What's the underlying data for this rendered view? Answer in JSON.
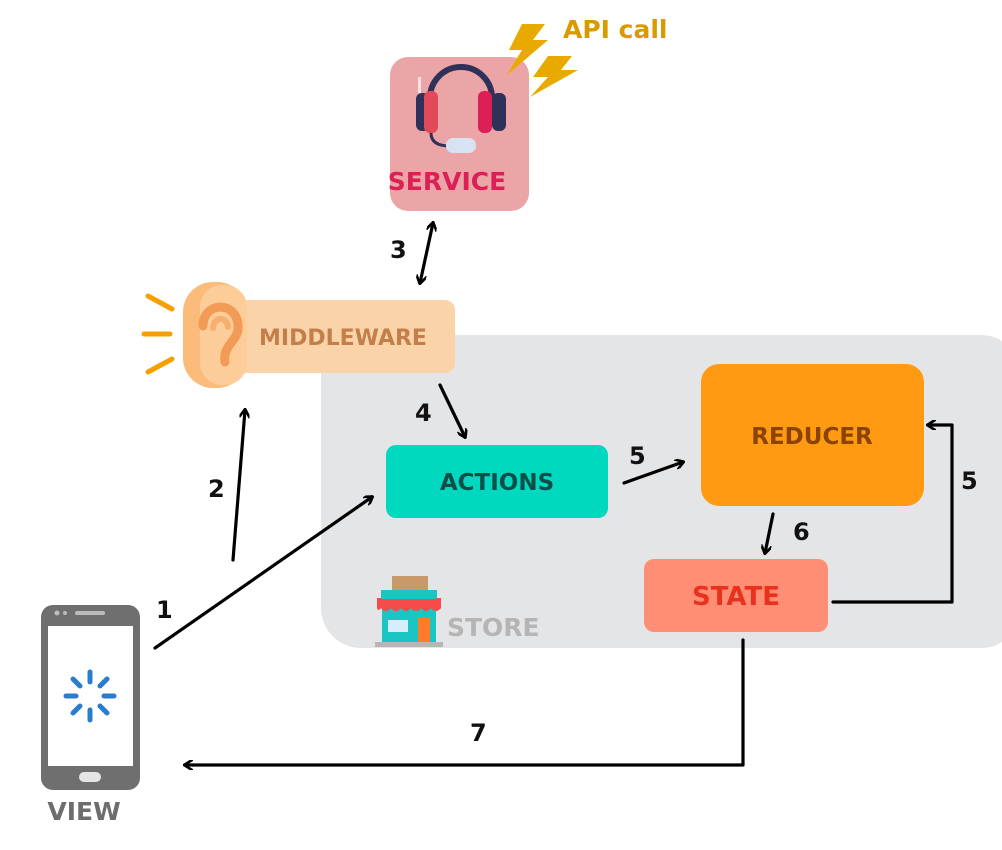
{
  "labels": {
    "api_call": "API call",
    "service": "SERVICE",
    "middleware": "MIDDLEWARE",
    "actions": "ACTIONS",
    "reducer": "REDUCER",
    "state": "STATE",
    "store": "STORE",
    "view": "VIEW"
  },
  "steps": {
    "s1": "1",
    "s2": "2",
    "s3": "3",
    "s4": "4",
    "s5_reducer": "5",
    "s5_state_loop": "5",
    "s6": "6",
    "s7": "7"
  },
  "colors": {
    "store_bg": "#e4e5e7",
    "service_bg": "#eca5a7",
    "service_text": "#dc1f55",
    "middleware_bg": "#fbd3a9",
    "middleware_text": "#c27f4a",
    "actions_bg": "#00d9c0",
    "actions_text": "#0b4f48",
    "reducer_bg": "#ff9a12",
    "reducer_text": "#8a4300",
    "state_bg": "#ff8e74",
    "state_text": "#e8321e",
    "api_call_text": "#d99a00",
    "lightning": "#e9aa00",
    "store_text": "#b5b5b5",
    "view_text": "#6d6d6d",
    "arrow": "#000000"
  },
  "icons": {
    "service": "headset-icon",
    "middleware": "ear-icon",
    "api_call": "lightning-icon",
    "store": "shop-icon",
    "view": "smartphone-icon",
    "loading": "loading-spinner-icon"
  }
}
